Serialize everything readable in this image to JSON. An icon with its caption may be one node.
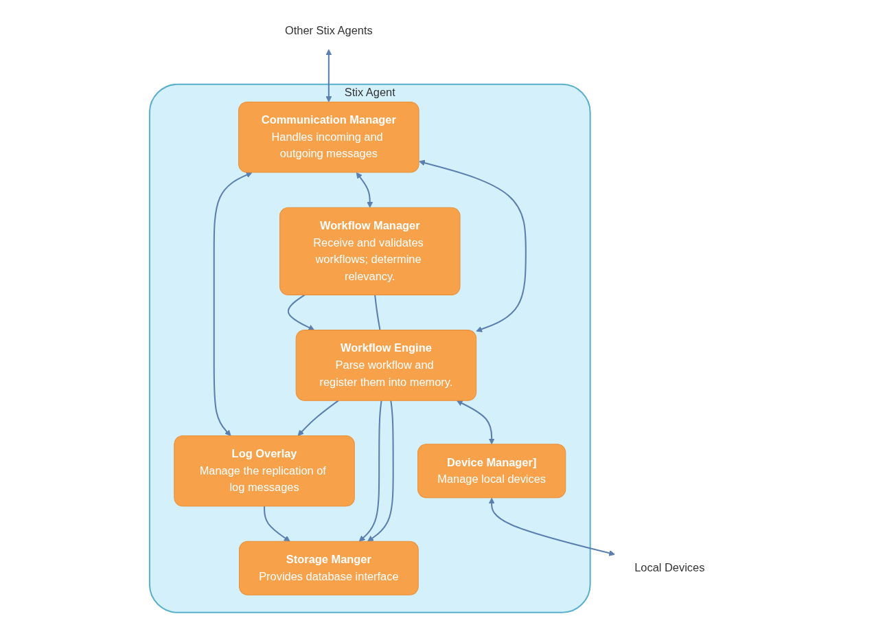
{
  "diagram": {
    "nodes": [
      {
        "text": [
          "Stix Agent"
        ]
      },
      {
        "text": [
          "Communication Manager",
          "Handles incoming and outgoing messages"
        ],
        "in": 0
      },
      {
        "text": [
          "Workflow Manager",
          "Receive and validates workflows; determine relevancy."
        ],
        "in": 0
      },
      {
        "text": [
          "Workflow Engine",
          "Parse workflow and register them into memory."
        ],
        "in": 0
      },
      {
        "text": [
          "Log Overlay",
          "Manage the replication of log messages"
        ],
        "in": 0
      },
      {
        "text": [
          "Storage Manger",
          "Provides database interface"
        ],
        "in": 0
      },
      {
        "text": [
          "Device Manager]",
          "Manage local devices"
        ],
        "in": 0
      },
      {
        "text": [
          "Other Stix Agents"
        ]
      },
      {
        "text": [
          "Local Devices"
        ]
      }
    ],
    "edges": [
      {
        "from": 7,
        "to": 1,
        "arrow": "both"
      },
      {
        "from": 1,
        "to": 2,
        "arrow": "both"
      },
      {
        "from": 1,
        "to": 3,
        "arrow": "both"
      },
      {
        "from": 2,
        "to": 3,
        "arrow": "none"
      },
      {
        "from": 2,
        "to": 3,
        "arrow": "to"
      },
      {
        "from": 3,
        "to": 4,
        "arrow": "to"
      },
      {
        "from": 3,
        "to": 5,
        "arrow": "to"
      },
      {
        "from": 3,
        "to": 5,
        "arrow": "to"
      },
      {
        "from": 3,
        "to": 6,
        "arrow": "both"
      },
      {
        "from": 1,
        "to": 4,
        "arrow": "both"
      },
      {
        "from": 4,
        "to": 5,
        "arrow": "to"
      },
      {
        "from": 6,
        "to": 8,
        "arrow": "both"
      }
    ]
  }
}
